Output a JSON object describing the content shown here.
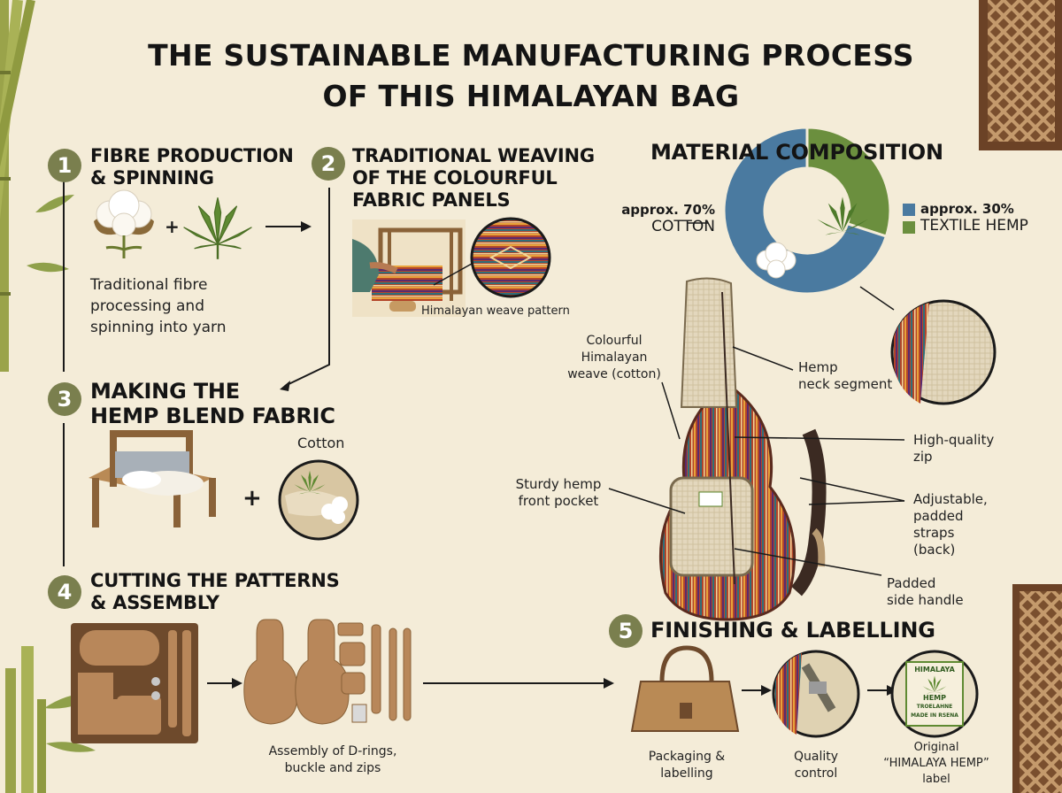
{
  "title": {
    "line1": "THE SUSTAINABLE MANUFACTURING PROCESS",
    "line2": "OF THIS HIMALAYAN BAG"
  },
  "steps": [
    {
      "number": "1",
      "title_line1": "FIBRE PRODUCTION",
      "title_line2": "& SPINNING",
      "desc_line1": "Traditional fibre",
      "desc_line2": "processing and",
      "desc_line3": "spinning into yarn"
    },
    {
      "number": "2",
      "title_line1": "TRADITIONAL WEAVING",
      "title_line2": "OF THE COLOURFUL",
      "title_line3": "FABRIC PANELS",
      "caption": "Himalayan weave pattern"
    },
    {
      "number": "3",
      "title_line1": "MAKING THE",
      "title_line2": "HEMP BLEND FABRIC",
      "caption": "Cotton"
    },
    {
      "number": "4",
      "title_line1": "CUTTING THE PATTERNS",
      "title_line2": "& ASSEMBLY",
      "caption_line1": "Assembly of D-rings,",
      "caption_line2": "buckle and zips"
    },
    {
      "number": "5",
      "title": "FINISHING & LABELLING",
      "items": [
        {
          "line1": "Packaging &",
          "line2": "labelling"
        },
        {
          "line1": "Quality",
          "line2": "control"
        },
        {
          "line1": "Original",
          "line2": "“HIMALAYA HEMP”",
          "line3": "label"
        }
      ]
    }
  ],
  "operators": {
    "plus": "+"
  },
  "composition": {
    "title": "MATERIAL COMPOSITION",
    "segments": [
      {
        "value": 70,
        "label_top": "approx. 70%",
        "label_bottom": "COTTON",
        "color": "#4a7aa0"
      },
      {
        "value": 30,
        "label_top": "approx. 30%",
        "label_bottom": "TEXTILE HEMP",
        "color": "#6b8f3e"
      }
    ]
  },
  "bag_callouts": {
    "weave_line1": "Colourful",
    "weave_line2": "Himalayan",
    "weave_line3": "weave (cotton)",
    "neck_line1": "Hemp",
    "neck_line2": "neck segment",
    "zip_line1": "High-quality",
    "zip_line2": "zip",
    "pocket_line1": "Sturdy hemp",
    "pocket_line2": "front pocket",
    "straps_line1": "Adjustable,",
    "straps_line2": "padded",
    "straps_line3": "straps",
    "straps_line4": "(back)",
    "handle_line1": "Padded",
    "handle_line2": "side handle"
  },
  "label_art": {
    "brand": "HIMALAYA",
    "sub": "HEMP",
    "small1": "TROELAHNE",
    "small2": "MADE IN RSENA"
  }
}
